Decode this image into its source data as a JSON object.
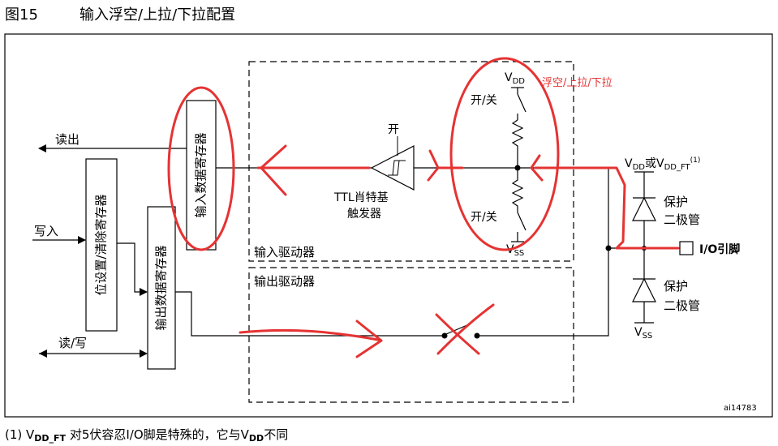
{
  "figure": {
    "number": "图15",
    "title": "输入浮空/上拉/下拉配置",
    "code": "ai14783"
  },
  "annotation": {
    "pull_config": "浮空/上拉/下拉"
  },
  "labels": {
    "read_out": "读出",
    "write_in": "写入",
    "read_write": "读/写",
    "bit_set_reset_register": "位设置/清除寄存器",
    "input_data_register": "输入数据寄存器",
    "output_data_register": "输出数据寄存器",
    "schmitt_on": "开",
    "schmitt_line1": "TTL肖特基",
    "schmitt_line2": "触发器",
    "switch_top": "开/关",
    "switch_bottom": "开/关",
    "vdd_v": "V",
    "vdd_sub": "DD",
    "vss_v": "V",
    "vss_sub": "SS",
    "input_driver": "输入驱动器",
    "output_driver": "输出驱动器",
    "vddft_v1": "V",
    "vddft_sub1": "DD",
    "vddft_or": "或V",
    "vddft_sub2": "DD_FT",
    "vddft_sup": "(1)",
    "protect_top_line1": "保护",
    "protect_top_line2": "二极管",
    "protect_bottom_line1": "保护",
    "protect_bottom_line2": "二极管",
    "io_pin": "I/O引脚",
    "vss_bottom_v": "V",
    "vss_bottom_sub": "SS"
  },
  "footnote": {
    "prefix": "(1) V",
    "sub1": "DD_FT",
    "mid": " 对5伏容忍I/O脚是特殊的，它与V",
    "sub2": "DD",
    "suffix": "不同"
  },
  "colors": {
    "annotation_red": "#e53333",
    "line": "#000000"
  }
}
